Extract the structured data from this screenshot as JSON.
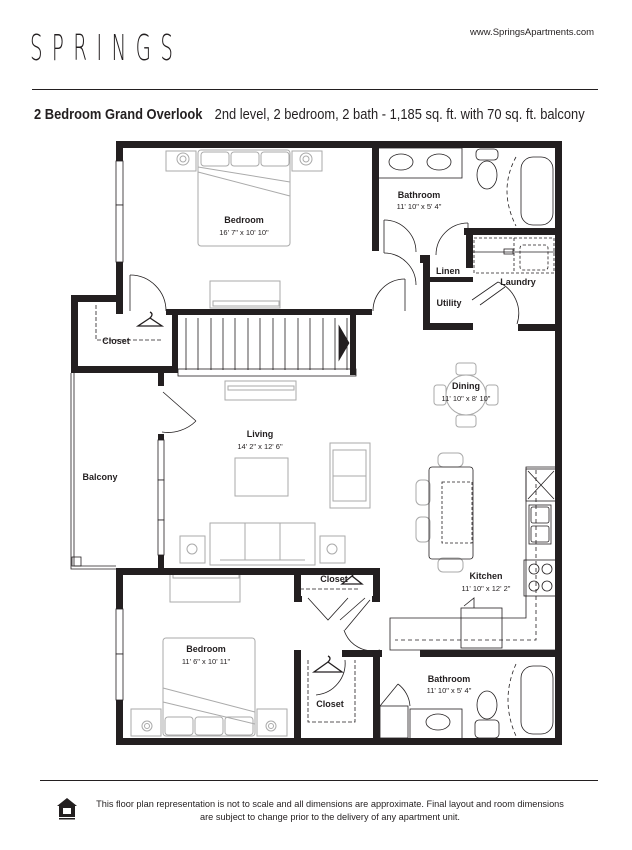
{
  "header": {
    "logo": "SPRINGS",
    "website": "www.SpringsApartments.com"
  },
  "plan": {
    "name": "2 Bedroom Grand Overlook",
    "description": "2nd level, 2 bedroom, 2 bath - 1,185 sq. ft. with 70 sq. ft. balcony",
    "rooms": {
      "bedroom1": {
        "label": "Bedroom",
        "dims": "16' 7\" x 10' 10\""
      },
      "bathroom1": {
        "label": "Bathroom",
        "dims": "11' 10\" x 5' 4\""
      },
      "linen": {
        "label": "Linen"
      },
      "utility": {
        "label": "Utility"
      },
      "laundry": {
        "label": "Laundry"
      },
      "closet1": {
        "label": "Closet"
      },
      "dining": {
        "label": "Dining",
        "dims": "11' 10\" x 8' 10\""
      },
      "living": {
        "label": "Living",
        "dims": "14' 2\" x 12' 6\""
      },
      "balcony": {
        "label": "Balcony"
      },
      "kitchen": {
        "label": "Kitchen",
        "dims": "11' 10\" x 12' 2\""
      },
      "closet2": {
        "label": "Closet"
      },
      "bedroom2": {
        "label": "Bedroom",
        "dims": "11' 6\" x 10' 11\""
      },
      "closet3": {
        "label": "Closet"
      },
      "bathroom2": {
        "label": "Bathroom",
        "dims": "11' 10\" x 5' 4\""
      }
    }
  },
  "footer": {
    "disclaimer": "This floor plan representation is not to scale and all dimensions are approximate. Final layout and room dimensions are subject to change prior to the delivery of any apartment unit.",
    "icon": "equal-housing-opportunity-icon"
  }
}
